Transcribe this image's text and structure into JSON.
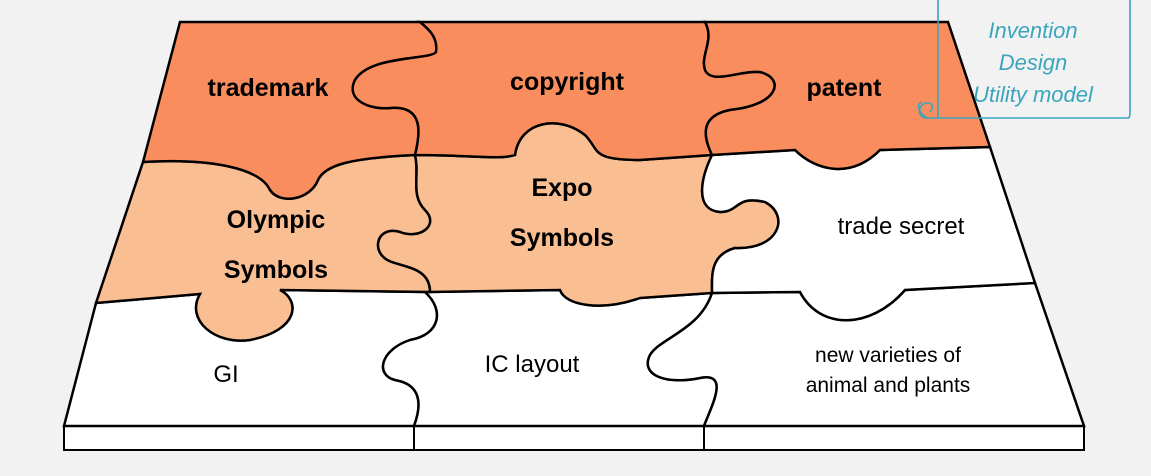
{
  "pieces": {
    "trademark": "trademark",
    "copyright": "copyright",
    "patent": "patent",
    "olympic": [
      "Olympic",
      "Symbols"
    ],
    "expo": [
      "Expo",
      "Symbols"
    ],
    "trade_secret": "trade secret",
    "gi": "GI",
    "ic_layout": "IC layout",
    "new_varieties": [
      "new varieties of",
      "animal and plants"
    ]
  },
  "callout": {
    "lines": [
      "Invention",
      "Design",
      "Utility model"
    ]
  },
  "colors": {
    "top_row": "#f98d5d",
    "middle_row": "#f9be92",
    "white": "#ffffff",
    "outline": "#000000",
    "callout": "#3aa6bd"
  }
}
